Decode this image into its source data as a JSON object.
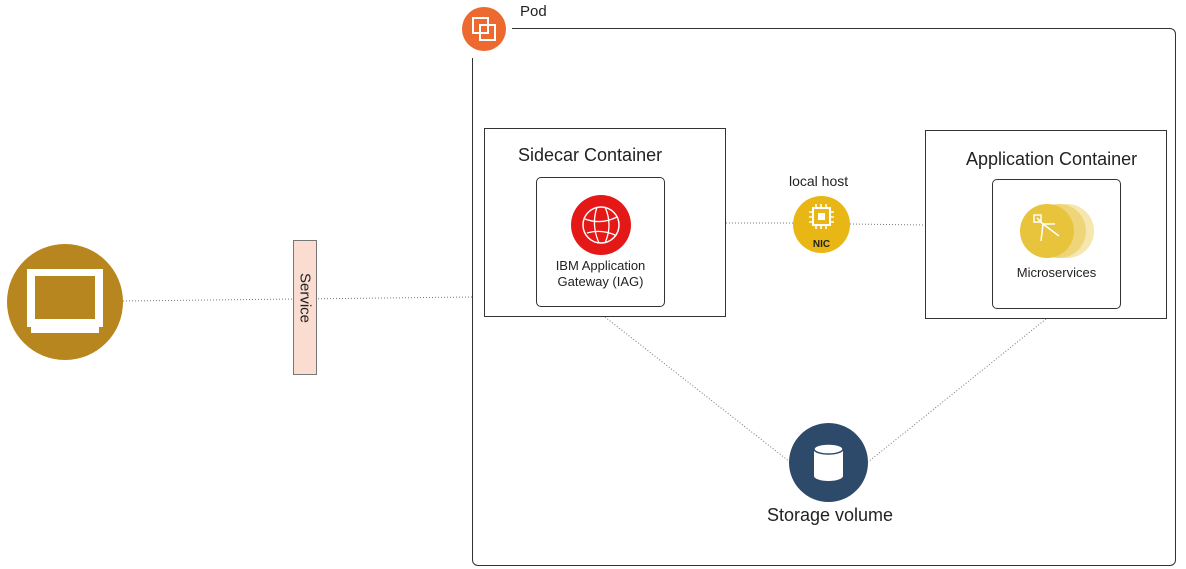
{
  "pod": {
    "label": "Pod",
    "icon": "pod-icon",
    "icon_color": "#ec6a2f"
  },
  "sidecar": {
    "title": "Sidecar Container",
    "gateway": {
      "label": "IBM Application Gateway (IAG)",
      "icon": "globe-icon",
      "icon_color": "#e51818"
    }
  },
  "application": {
    "title": "Application Container",
    "service": {
      "label": "Microservices",
      "icon": "microservices-icon",
      "icon_color": "#e8b716"
    }
  },
  "nic": {
    "caption": "local host",
    "badge": "NIC",
    "icon": "chip-icon",
    "icon_color": "#e8b716"
  },
  "storage": {
    "label": "Storage volume",
    "icon": "database-icon",
    "icon_color": "#2d4a6b"
  },
  "service": {
    "label": "Service",
    "color": "#fadcd0"
  },
  "client": {
    "icon": "monitor-icon",
    "icon_color": "#b8861e"
  }
}
